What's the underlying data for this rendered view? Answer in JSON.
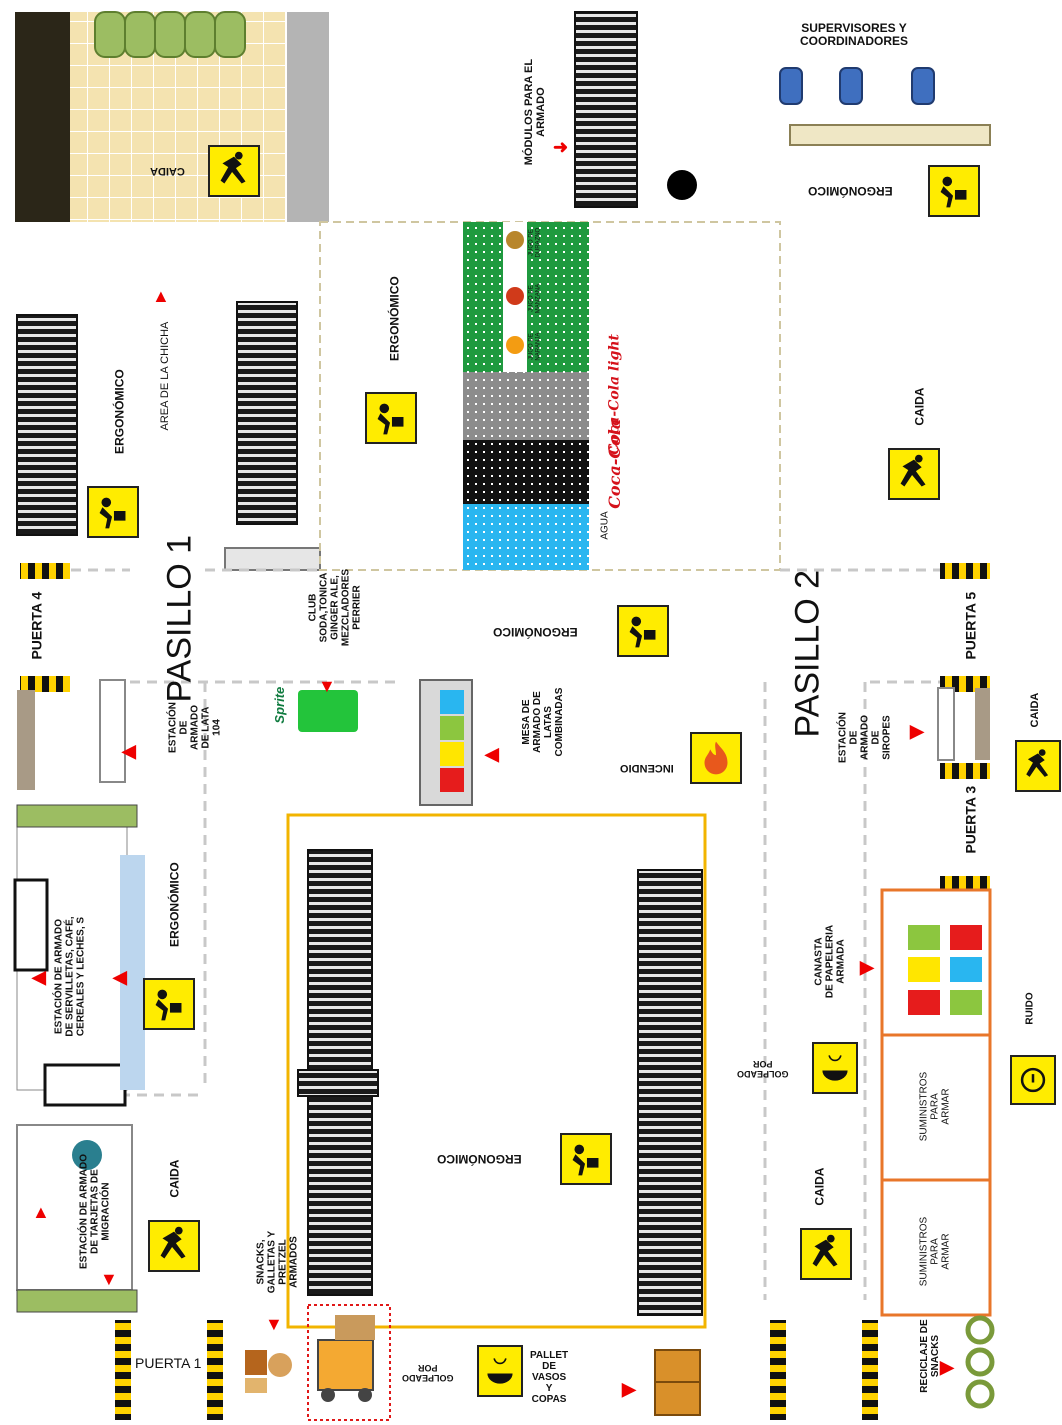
{
  "labels": {
    "supervisores": "SUPERVISORES Y\nCOORDINADORES",
    "modulos": "MÓDULOS PARA EL\nARMADO",
    "pasillo1": "PASILLO 1",
    "pasillo2": "PASILLO 2",
    "puerta1": "PUERTA 1",
    "puerta3": "PUERTA 3",
    "puerta4": "PUERTA 4",
    "puerta5": "PUERTA 5",
    "area_chicha": "AREA DE LA CHICHA",
    "estacion_lata": "ESTACIÓN\nDE\nARMADO\nDE LATA\n104",
    "club_soda": "CLUB\nSODA,TONICA\nGINGER ALE,\nMEZCLADORES\nPERRIER",
    "mesa_latas": "MESA DE\nARMADO DE\nLATAS\nCOMBINADAS",
    "estacion_servilletas": "ESTACIÓN DE ARMADO\nDE SERVILLETAS, CAFÉ,\nCEREALES Y LECHES, S",
    "estacion_tarjetas": "ESTACIÓN DE ARMADO\nDE TARJETAS DE\nMIGRACIÓN",
    "snacks": "SNACKS,\nGALLETAS Y\nPRETZEL\nARMADOS",
    "pallet": "PALLET\nDE\nVASOS\nY\nCOPAS",
    "estacion_siropes": "ESTACIÓN\nDE\nARMADO\nDE\nSIROPES",
    "canasta": "CANASTA\nDE PAPELERIA\nARMADA",
    "suministros": "SUMINISTROS\nPARA\nARMAR",
    "reciclaje": "RECICLAJE DE\nSNACKS",
    "agua": "AGUA",
    "jugos": "JUGO DE\nNARANJA  MANZANA  DURAZNO",
    "jugo1": "JUGO DE\nNARANJA",
    "jugo2": "JUGO DE\nMANZANA",
    "jugo3": "JUGO DE\nDURAZNO"
  },
  "hazards": {
    "caida": "CAIDA",
    "ergonomico": "ERGONÓMICO",
    "incendio": "INCENDIO",
    "golpeado": "GOLPEADO\nPOR",
    "ruido": "RUIDO"
  },
  "brands": {
    "coca_cola": "Coca-Cola",
    "coca_light": "Coca-Cola light",
    "sprite": "Sprite"
  },
  "colors": {
    "hazard_yellow": "#ffec00",
    "cart_dark": "#1a1a1a",
    "water_blue": "#29b6f0",
    "juice_green": "#1f9a3f",
    "coke_black": "#111111",
    "light_gray": "#8c8c8c",
    "border_orange": "#e8762a",
    "border_gold": "#f2b400",
    "supervisor_blue": "#3f6fbf",
    "arrow_red": "#ee0000",
    "floor_tile": "#f4e3b0"
  }
}
